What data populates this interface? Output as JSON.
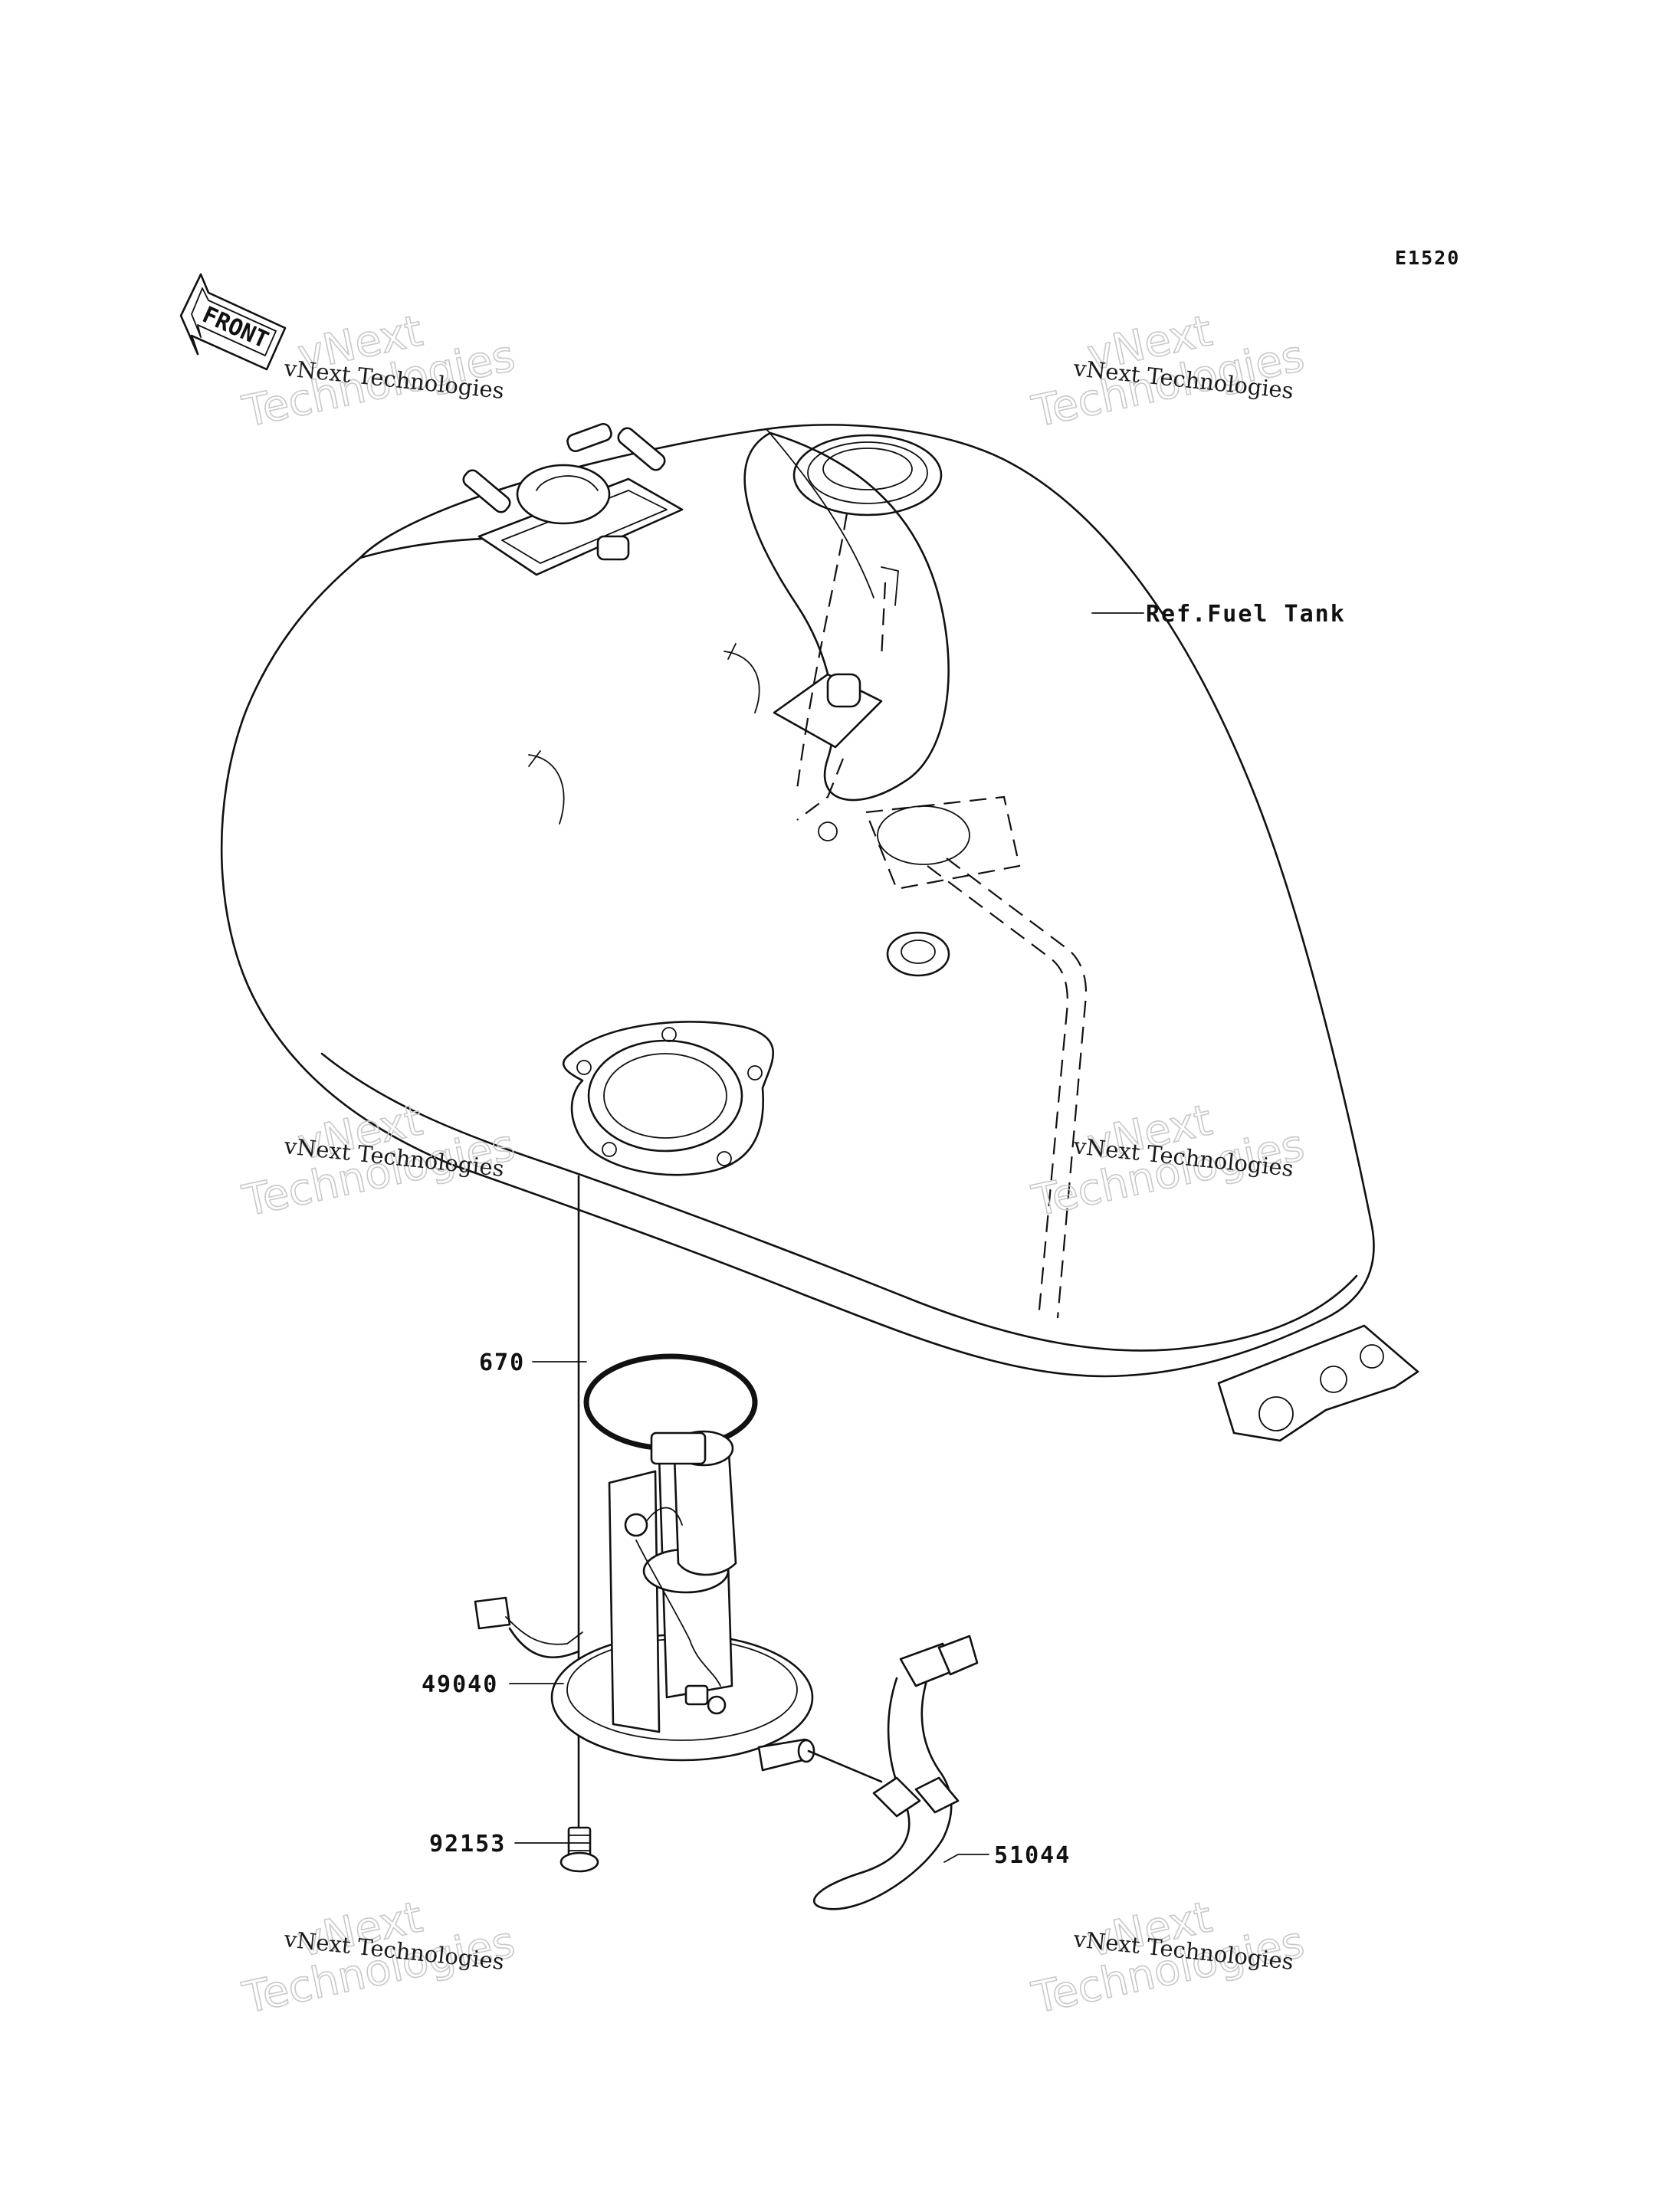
{
  "diagram_code": "E1520",
  "front_arrow": {
    "label": "FRONT"
  },
  "watermark": {
    "small": "vNext Technologies",
    "big_line1": "vNext",
    "big_line2": "Technologies"
  },
  "callouts": {
    "ref_fuel_tank": "Ref.Fuel Tank",
    "part_670": "670",
    "part_49040": "49040",
    "part_92153": "92153",
    "part_51044": "51044"
  }
}
